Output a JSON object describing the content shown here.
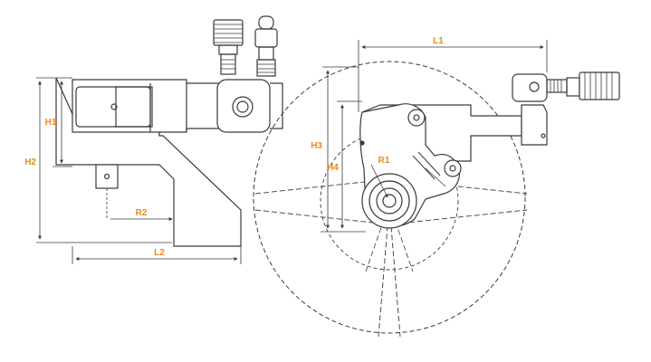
{
  "colors": {
    "line": "#3a3a3a",
    "label": "#e8891e",
    "background": "#ffffff"
  },
  "labels": {
    "h1": "H1",
    "h2": "H2",
    "r2": "R2",
    "l2": "L2",
    "l1": "L1",
    "h3": "H3",
    "h4": "H4",
    "r1": "R1"
  }
}
